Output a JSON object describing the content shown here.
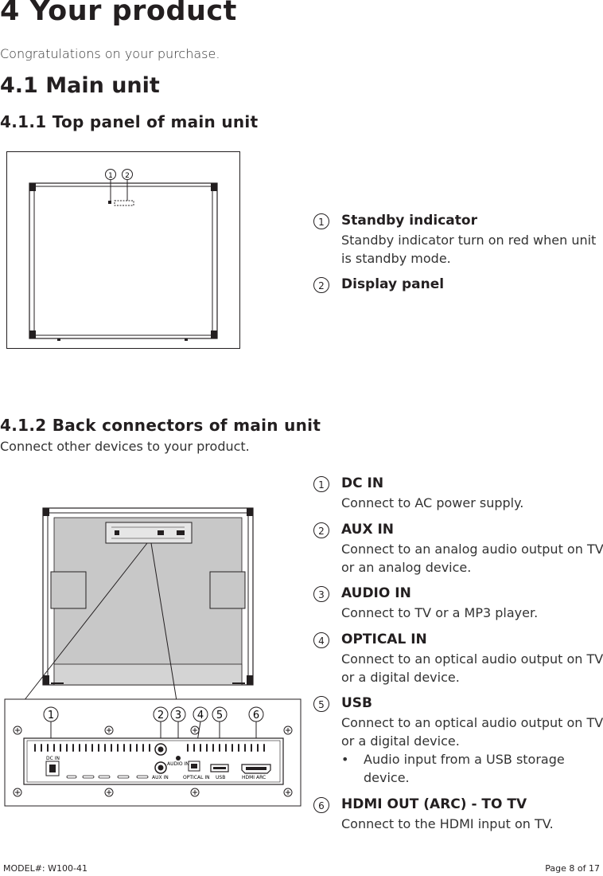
{
  "heading": "4  Your product",
  "intro": "Congratulations on your purchase.",
  "section_main_unit": "4.1 Main unit",
  "top_panel": {
    "title": "4.1.1  Top panel of main unit",
    "items": [
      {
        "num": "1",
        "title": "Standby indicator",
        "desc": "Standby indicator turn on red when unit is standby mode."
      },
      {
        "num": "2",
        "title": "Display panel"
      }
    ]
  },
  "back_panel": {
    "title": "4.1.2  Back connectors of  main unit",
    "subtitle": "Connect other devices to your product.",
    "items": [
      {
        "num": "1",
        "title": "DC IN",
        "desc": "Connect to AC power supply."
      },
      {
        "num": "2",
        "title": "AUX IN",
        "desc": "Connect to an analog audio output on TV or an analog device."
      },
      {
        "num": "3",
        "title": "AUDIO IN",
        "desc": "Connect to TV or a MP3 player."
      },
      {
        "num": "4",
        "title": "OPTICAL IN",
        "desc": "Connect to an optical audio output on TV or a digital device."
      },
      {
        "num": "5",
        "title": "USB",
        "desc": "Connect to an optical audio output on TV or a digital device.",
        "bullet": "Audio input from a USB storage device."
      },
      {
        "num": "6",
        "title": "HDMI OUT (ARC) - TO TV",
        "desc": "Connect to the HDMI input on TV."
      }
    ],
    "diagram_labels": {
      "dc_in": "DC IN",
      "aux_in": "AUX IN",
      "audio_in": "AUDIO IN",
      "optical_in": "OPTICAL IN",
      "usb": "USB",
      "hdmi_arc": "HDMI ARC"
    }
  },
  "footer": {
    "model": "MODEL#: W100-41",
    "page": "Page 8 of 17"
  }
}
